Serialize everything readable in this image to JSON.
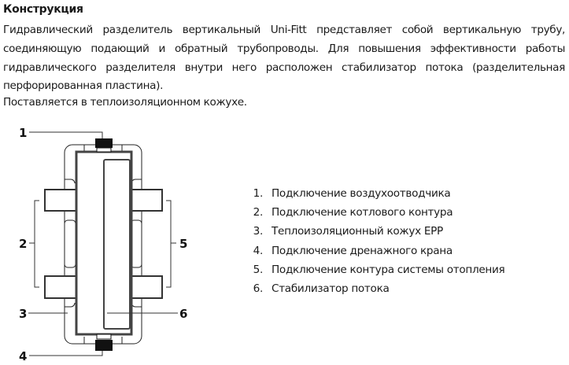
{
  "title": "Конструкция",
  "paragraph": "Гидравлический разделитель вертикальный Uni-Fitt представляет собой вертикальную трубу, соединяющую подающий и обратный трубопроводы. Для повышения эффективности работы гидравлического разделителя внутри него расположен стабилизатор потока (разделительная перфорированная пластина).",
  "paragraph2": "Поставляется в теплоизоляционном кожухе.",
  "diagram_labels": [
    "1",
    "2",
    "3",
    "4",
    "5",
    "6"
  ],
  "legend": [
    {
      "num": "1.",
      "text": "Подключение воздухоотводчика"
    },
    {
      "num": "2.",
      "text": "Подключение котлового контура"
    },
    {
      "num": "3.",
      "text": "Теплоизоляционный кожух EPP"
    },
    {
      "num": "4.",
      "text": "Подключение дренажного крана"
    },
    {
      "num": "5.",
      "text": "Подключение контура системы отопления"
    },
    {
      "num": "6.",
      "text": "Стабилизатор потока"
    }
  ]
}
